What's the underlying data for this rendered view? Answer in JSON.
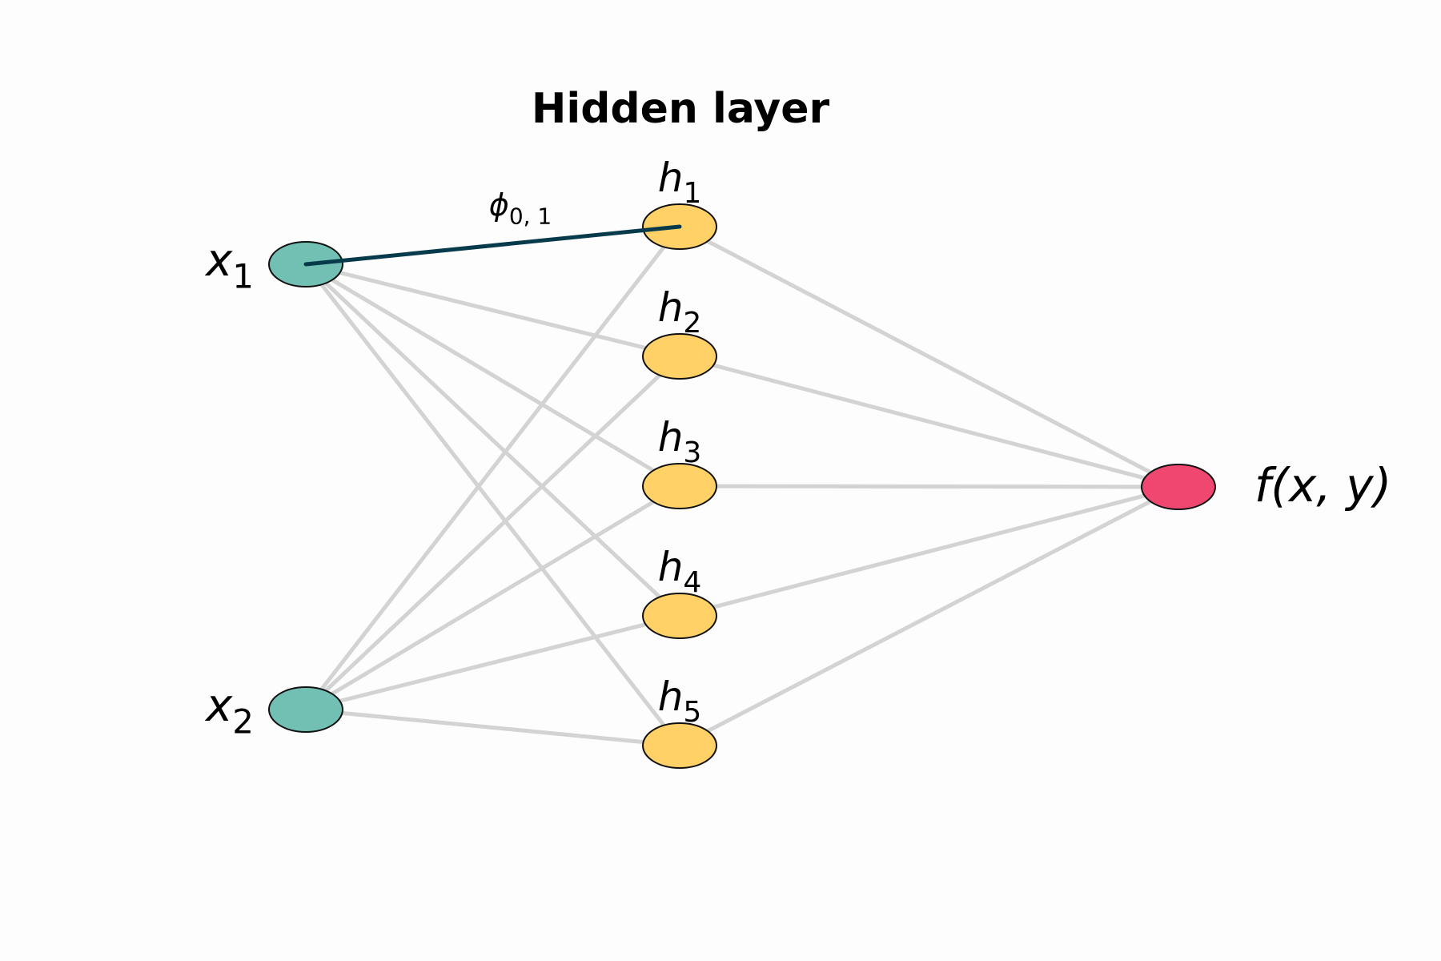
{
  "title": "Hidden layer",
  "colors": {
    "background": "#fdfdfd",
    "input": "#72c0b4",
    "hidden": "#ffd166",
    "output": "#ef476f",
    "edge": "#d3d3d3",
    "highlight": "#073b4c"
  },
  "inputs": [
    {
      "id": "x1",
      "base": "x",
      "sub": "1"
    },
    {
      "id": "x2",
      "base": "x",
      "sub": "2"
    }
  ],
  "hidden": [
    {
      "id": "h1",
      "base": "h",
      "sub": "1"
    },
    {
      "id": "h2",
      "base": "h",
      "sub": "2"
    },
    {
      "id": "h3",
      "base": "h",
      "sub": "3"
    },
    {
      "id": "h4",
      "base": "h",
      "sub": "4"
    },
    {
      "id": "h5",
      "base": "h",
      "sub": "5"
    }
  ],
  "output": {
    "id": "f",
    "label": "f(x, y)"
  },
  "highlight_edge": {
    "from": "x1",
    "to": "h1",
    "base": "ϕ",
    "sub": "0, 1"
  }
}
